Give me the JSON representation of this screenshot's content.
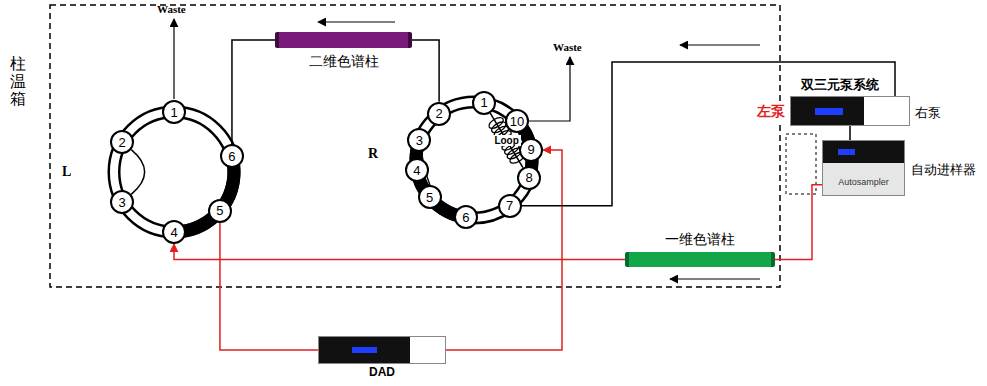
{
  "diagram": {
    "nodes": [
      {
        "text": [
          "二维色谱柱"
        ]
      },
      {
        "text": [
          "1"
        ]
      },
      {
        "text": [
          "2"
        ]
      },
      {
        "text": [
          "3"
        ]
      },
      {
        "text": [
          "4"
        ]
      },
      {
        "text": [
          "5"
        ]
      },
      {
        "text": [
          "6"
        ]
      },
      {
        "text": [
          "1"
        ]
      },
      {
        "text": [
          "2"
        ]
      },
      {
        "text": [
          "3"
        ]
      },
      {
        "text": [
          "4"
        ]
      },
      {
        "text": [
          "5"
        ]
      },
      {
        "text": [
          "6"
        ]
      },
      {
        "text": [
          "7"
        ]
      },
      {
        "text": [
          "8"
        ]
      },
      {
        "text": [
          "9"
        ]
      },
      {
        "text": [
          "10"
        ]
      },
      {
        "text": [
          "双三元泵系统",
          "左泵",
          "右泵"
        ]
      },
      {
        "text": [
          "Autosampler",
          "自动进样器"
        ]
      },
      {
        "text": [
          "一维色谱柱"
        ]
      },
      {
        "text": [
          "DAD"
        ]
      }
    ],
    "edges": [
      {
        "from": 0,
        "to": 6,
        "arrow": "none"
      },
      {
        "from": 0,
        "to": 8,
        "arrow": "none"
      },
      {
        "from": 2,
        "to": 3,
        "arrow": "none"
      },
      {
        "from": 19,
        "to": 4,
        "arrow": "to"
      },
      {
        "from": 18,
        "to": 19,
        "arrow": "none"
      },
      {
        "from": 5,
        "to": 20,
        "arrow": "none"
      },
      {
        "from": 20,
        "to": 15,
        "arrow": "to"
      },
      {
        "from": 9,
        "to": 12,
        "arrow": "none"
      },
      {
        "from": 7,
        "to": 14,
        "label": "Loop",
        "arrow": "none"
      },
      {
        "from": 13,
        "to": 17,
        "arrow": "none"
      },
      {
        "from": 17,
        "to": 18,
        "arrow": "none"
      }
    ],
    "labels": [
      "柱温箱",
      "L",
      "R",
      "Waste",
      "Waste"
    ]
  }
}
